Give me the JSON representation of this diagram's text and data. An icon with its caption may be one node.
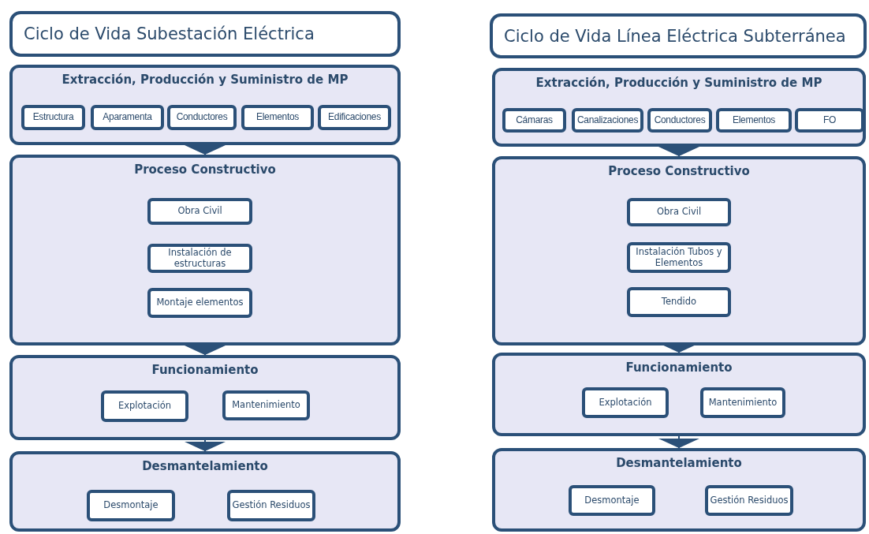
{
  "diagram": {
    "nodes": [
      {
        "text": [
          "Ciclo de Vida Subestación Eléctrica"
        ]
      },
      {
        "text": [
          "Extracción, Producción y Suministro de MP"
        ]
      },
      {
        "text": [
          "Estructura"
        ],
        "in": 1
      },
      {
        "text": [
          "Aparamenta"
        ],
        "in": 1
      },
      {
        "text": [
          "Conductores"
        ],
        "in": 1
      },
      {
        "text": [
          "Elementos"
        ],
        "in": 1
      },
      {
        "text": [
          "Edificaciones"
        ],
        "in": 1
      },
      {
        "text": [
          "Proceso Constructivo"
        ]
      },
      {
        "text": [
          "Obra Civil"
        ],
        "in": 7
      },
      {
        "text": [
          "Instalación de estructuras"
        ],
        "in": 7
      },
      {
        "text": [
          "Montaje elementos"
        ],
        "in": 7
      },
      {
        "text": [
          "Funcionamiento"
        ]
      },
      {
        "text": [
          "Explotación"
        ],
        "in": 11
      },
      {
        "text": [
          "Mantenimiento"
        ],
        "in": 11
      },
      {
        "text": [
          "Desmantelamiento"
        ]
      },
      {
        "text": [
          "Desmontaje"
        ],
        "in": 14
      },
      {
        "text": [
          "Gestión Residuos"
        ],
        "in": 14
      },
      {
        "text": [
          "Ciclo de Vida Línea Eléctrica Subterránea"
        ]
      },
      {
        "text": [
          "Extracción, Producción y Suministro de MP"
        ]
      },
      {
        "text": [
          "Cámaras"
        ],
        "in": 18
      },
      {
        "text": [
          "Canalizaciones"
        ],
        "in": 18
      },
      {
        "text": [
          "Conductores"
        ],
        "in": 18
      },
      {
        "text": [
          "Elementos"
        ],
        "in": 18
      },
      {
        "text": [
          "FO"
        ],
        "in": 18
      },
      {
        "text": [
          "Proceso Constructivo"
        ]
      },
      {
        "text": [
          "Obra Civil"
        ],
        "in": 24
      },
      {
        "text": [
          "Instalación Tubos y Elementos"
        ],
        "in": 24
      },
      {
        "text": [
          "Tendido"
        ],
        "in": 24
      },
      {
        "text": [
          "Funcionamiento"
        ]
      },
      {
        "text": [
          "Explotación"
        ],
        "in": 28
      },
      {
        "text": [
          "Mantenimiento"
        ],
        "in": 28
      },
      {
        "text": [
          "Desmantelamiento"
        ]
      },
      {
        "text": [
          "Desmontaje"
        ],
        "in": 31
      },
      {
        "text": [
          "Gestión Residuos"
        ],
        "in": 31
      }
    ],
    "edges": [
      {
        "from": 1,
        "to": 7,
        "arrow": "to"
      },
      {
        "from": 7,
        "to": 11,
        "arrow": "to"
      },
      {
        "from": 11,
        "to": 14,
        "arrow": "to"
      },
      {
        "from": 18,
        "to": 24,
        "arrow": "to"
      },
      {
        "from": 24,
        "to": 28,
        "arrow": "to"
      },
      {
        "from": 28,
        "to": 31,
        "arrow": "to"
      }
    ]
  }
}
